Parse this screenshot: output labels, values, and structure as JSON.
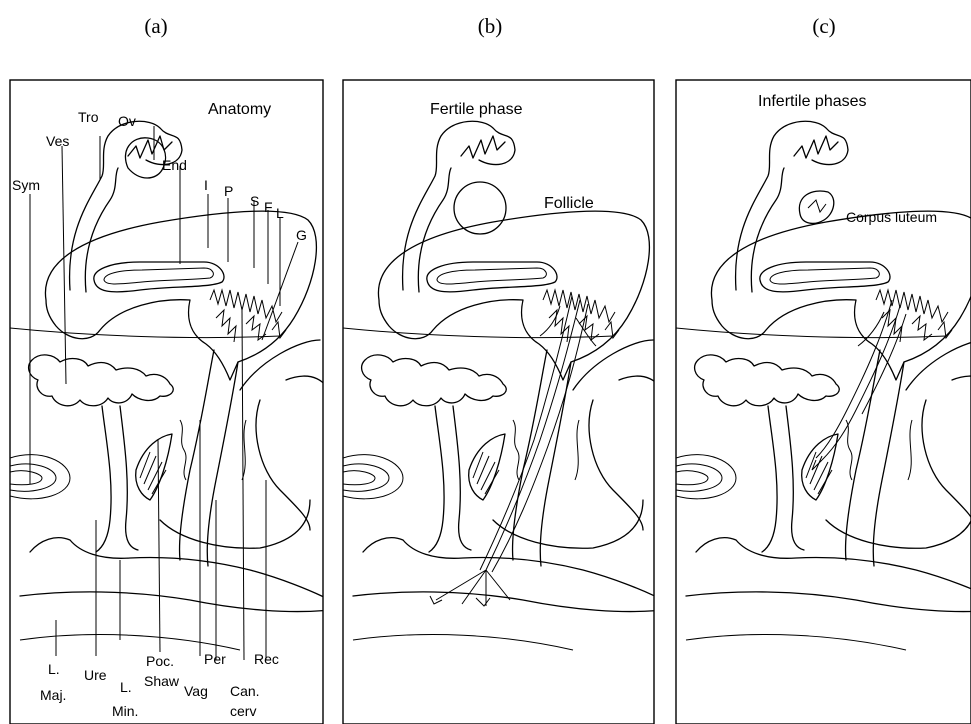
{
  "panels": [
    {
      "caption": "(a)",
      "title": "Anatomy",
      "labels": {
        "tro": "Tro",
        "ov": "Ov",
        "ves": "Ves",
        "end": "End",
        "sym": "Sym",
        "i": "I",
        "p": "P",
        "s": "S",
        "f": "F",
        "l": "L",
        "g": "G",
        "l_maj_1": "L.",
        "l_maj_2": "Maj.",
        "ure": "Ure",
        "l_min_1": "L.",
        "l_min_2": "Min.",
        "poc_1": "Poc.",
        "poc_2": "Shaw",
        "per": "Per",
        "vag": "Vag",
        "rec": "Rec",
        "can_1": "Can.",
        "can_2": "cerv"
      }
    },
    {
      "caption": "(b)",
      "title": "Fertile phase",
      "ovary_label": "Follicle"
    },
    {
      "caption": "(c)",
      "title": "Infertile phases",
      "ovary_label": "Corpus luteum"
    }
  ]
}
